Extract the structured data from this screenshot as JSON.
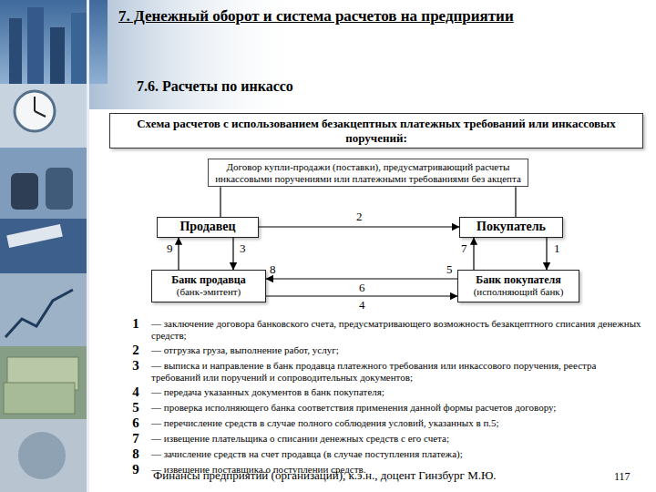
{
  "diagram": {
    "title": "7. Денежный оборот и система расчетов на предприятии",
    "nodes": [
      {
        "text": [
          "Схема расчетов с использованием безакцептных платежных требований или инкассовых поручений:"
        ]
      },
      {
        "text": [
          "Договор купли-продажи (поставки), предусматривающий расчеты инкассовыми поручениями или платежными требованиями без акцепта"
        ]
      },
      {
        "text": [
          "Продавец"
        ]
      },
      {
        "text": [
          "Покупатель"
        ]
      },
      {
        "text": [
          "Банк продавца",
          "(банк-эмитент)"
        ]
      },
      {
        "text": [
          "Банк покупателя",
          "(исполняющий банк)"
        ]
      }
    ],
    "edges": [
      {
        "from": 1,
        "to": 2,
        "arrow": "none"
      },
      {
        "from": 1,
        "to": 3,
        "arrow": "none"
      },
      {
        "from": 2,
        "to": 3,
        "label": "2",
        "arrow": "to"
      },
      {
        "from": 4,
        "to": 2,
        "label": "9",
        "arrow": "to"
      },
      {
        "from": 2,
        "to": 4,
        "label": "3",
        "arrow": "to"
      },
      {
        "from": 5,
        "to": 3,
        "label": "7",
        "arrow": "to"
      },
      {
        "from": 3,
        "to": 5,
        "label": "1",
        "arrow": "to"
      },
      {
        "from": 5,
        "to": 4,
        "label": "6",
        "arrow": "to"
      },
      {
        "from": 4,
        "to": 5,
        "label": "4",
        "arrow": "to"
      }
    ],
    "labels": [
      "7.6. Расчеты по инкассо",
      "8",
      "5",
      "1",
      "— заключение договора банковского счета, предусматривающего возможность безакцептного списания денежных средств;",
      "2",
      "— отгрузка груза, выполнение работ, услуг;",
      "3",
      "— выписка и направление в банк продавца платежного требования или инкассового поручения, реестра требований или поручений и сопроводительных документов;",
      "4",
      "— передача указанных документов в банк покупателя;",
      "5",
      "— проверка исполняющего банка соответствия применения данной формы расчетов договору;",
      "6",
      "— перечисление средств в случае полного соблюдения условий, указанных в п.5;",
      "7",
      "— извещение плательщика о списании денежных средств с его счета;",
      "8",
      "— зачисление средств на счет продавца (в случае поступления платежа);",
      "9",
      "— извещение поставщика о поступлении средств.",
      "Финансы предприятий (организаций), к.э.н., доцент Гинзбург М.Ю.",
      "117"
    ]
  }
}
